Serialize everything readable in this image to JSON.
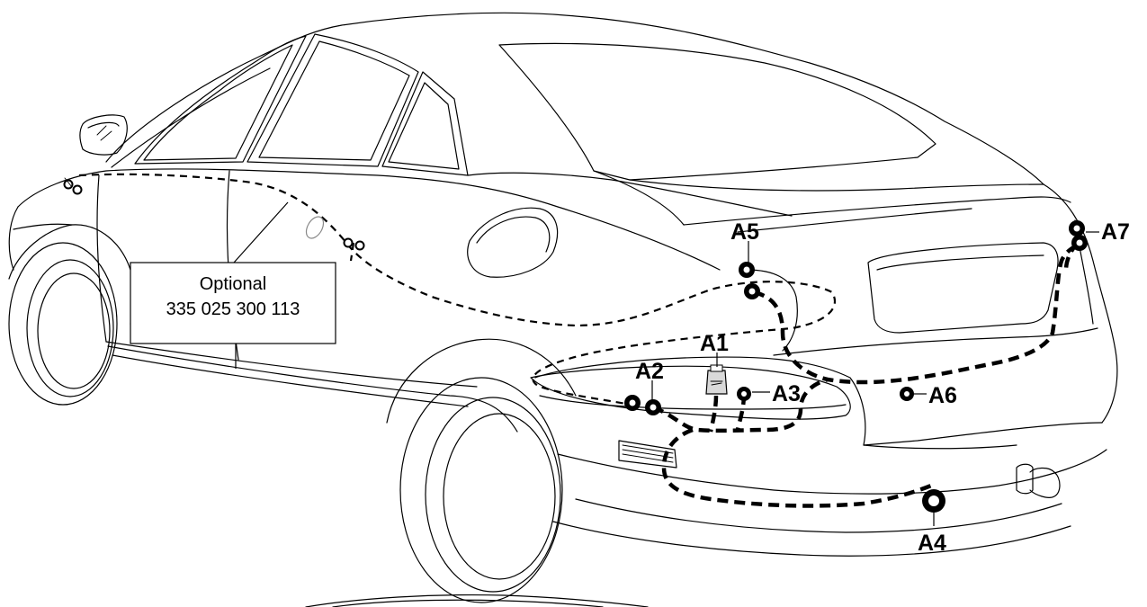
{
  "note": {
    "line1": "Optional",
    "line2": "335 025 300 113"
  },
  "callouts": {
    "a1": "A1",
    "a2": "A2",
    "a3": "A3",
    "a4": "A4",
    "a5": "A5",
    "a6": "A6",
    "a7": "A7"
  },
  "colors": {
    "line": "#000000",
    "background": "#ffffff",
    "module_fill": "#d9d9d9"
  }
}
